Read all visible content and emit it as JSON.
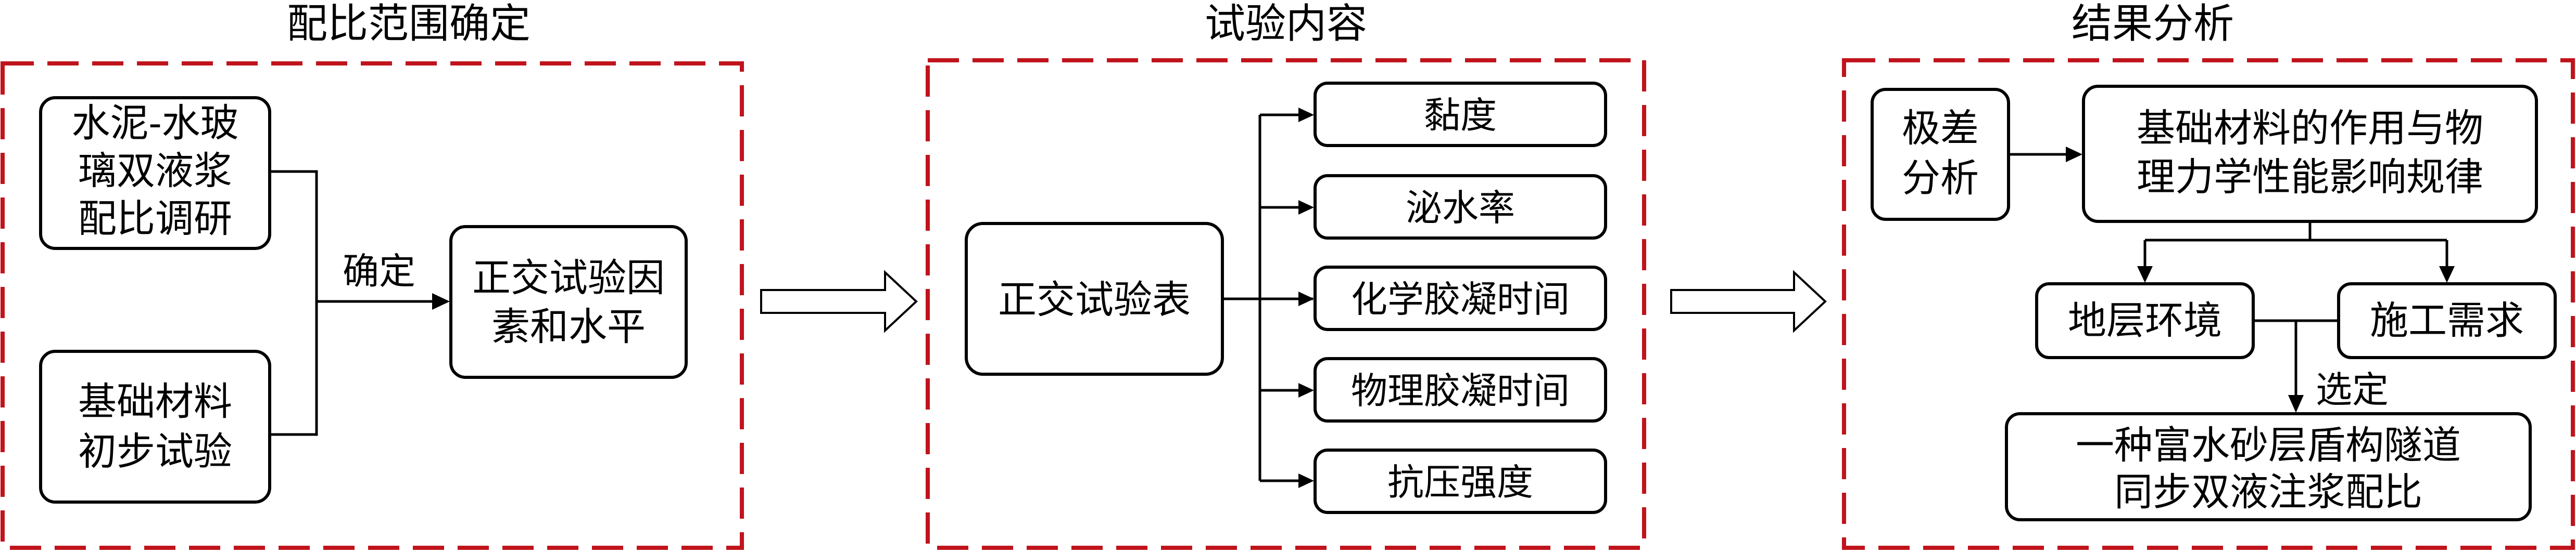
{
  "sections": {
    "left_title": "配比范围确定",
    "middle_title": "试验内容",
    "right_title": "结果分析"
  },
  "left": {
    "survey_line1": "水泥-水玻",
    "survey_line2": "璃双液浆",
    "survey_line3": "配比调研",
    "basic_line1": "基础材料",
    "basic_line2": "初步试验",
    "confirm_label": "确定",
    "ortho_line1": "正交试验因",
    "ortho_line2": "素和水平"
  },
  "middle": {
    "table_label": "正交试验表",
    "items": [
      "黏度",
      "泌水率",
      "化学胶凝时间",
      "物理胶凝时间",
      "抗压强度"
    ]
  },
  "right": {
    "range_line1": "极差",
    "range_line2": "分析",
    "law_line1": "基础材料的作用与物",
    "law_line2": "理力学性能影响规律",
    "stratum": "地层环境",
    "construction": "施工需求",
    "select_label": "选定",
    "result_line1": "一种富水砂层盾构隧道",
    "result_line2": "同步双液注浆配比"
  },
  "colors": {
    "frame": "#c0141c",
    "stroke": "#000000",
    "background": "#ffffff"
  }
}
